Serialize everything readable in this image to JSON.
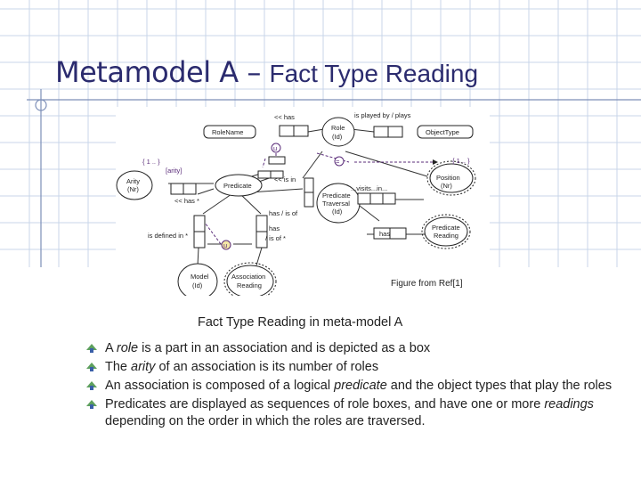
{
  "title": {
    "main": "Metamodel A – ",
    "sub": "Fact Type Reading"
  },
  "diagram": {
    "figure_credit": "Figure from Ref[1]",
    "labels": {
      "has_top": "<< has",
      "played_by": "is played by / plays",
      "rolename": "RoleName",
      "role": "Role",
      "role_id": "(Id)",
      "objecttype": "ObjectType",
      "mult_left": "{ 1 .. }",
      "mult_right": "{ 1 .. }",
      "arity_bracket": "[arity]",
      "arity": "Arity",
      "arity_nr": "(Nr)",
      "predicate": "Predicate",
      "is_in": "<< is in",
      "has_star": "<< has *",
      "pt": "Predicate",
      "pt2": "Traversal",
      "pt_id": "(Id)",
      "visits": "...visits...in...",
      "position": "Position",
      "position_nr": "(Nr)",
      "has_is_of": "has / is of",
      "has_box": "has",
      "pred_reading": "Predicate",
      "pred_reading2": "Reading",
      "defined_in": "is defined in *",
      "has2": "has",
      "is_of_star": "/ is of *",
      "model": "Model",
      "model_id": "(Id)",
      "assoc": "Association",
      "assoc2": "Reading",
      "u": "u",
      "eq": "="
    }
  },
  "caption": "Fact Type Reading in meta-model A",
  "bullets": {
    "b1": {
      "a": "A ",
      "i": "role",
      "b": " is a part in an association and is depicted as a box"
    },
    "b2": {
      "a": "The ",
      "i": "arity",
      "b": " of an association is its number of roles"
    },
    "b3": {
      "a": "An association is composed of a logical ",
      "i": "predicate",
      "b": " and the object types that play the roles"
    },
    "b4": {
      "a": "Predicates are displayed as sequences of role boxes, and have one or more ",
      "i": "readings",
      "b": " depending on the order in which the roles are traversed."
    }
  }
}
